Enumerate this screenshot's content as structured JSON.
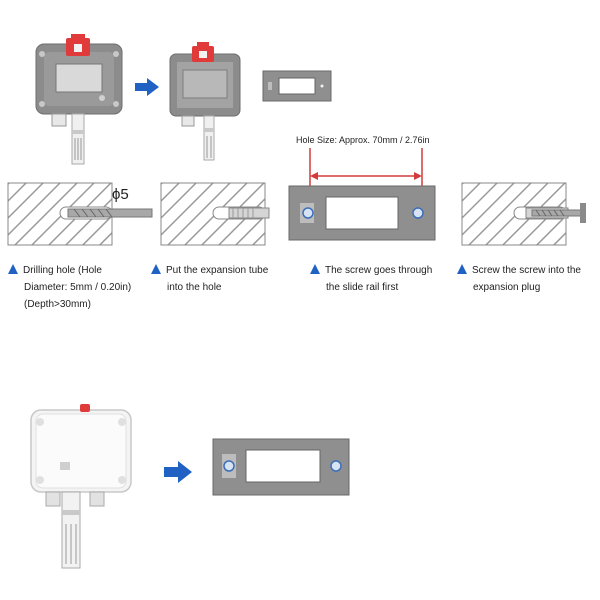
{
  "hole_size": {
    "text": "Hole Size: Approx. 70mm / 2.76in"
  },
  "drill": {
    "diameter_label": "ϕ5"
  },
  "steps": [
    {
      "lines": [
        "Drilling hole (Hole",
        "Diameter: 5mm / 0.20in)",
        "(Depth>30mm)"
      ]
    },
    {
      "lines": [
        "Put the expansion tube",
        "into the hole"
      ]
    },
    {
      "lines": [
        "The screw goes through",
        "the slide rail first"
      ]
    },
    {
      "lines": [
        "Screw the screw into the",
        "expansion plug"
      ]
    }
  ],
  "colors": {
    "arrow": "#1f62c4",
    "device_body": "#8c8c8c",
    "bracket": "#8f8f8f",
    "latch": "#e03a3a",
    "dimension_line": "#d23b3b",
    "hatch": "#9a9a9a"
  },
  "icons": [
    "arrow-right-icon",
    "triangle-bullet-icon"
  ]
}
